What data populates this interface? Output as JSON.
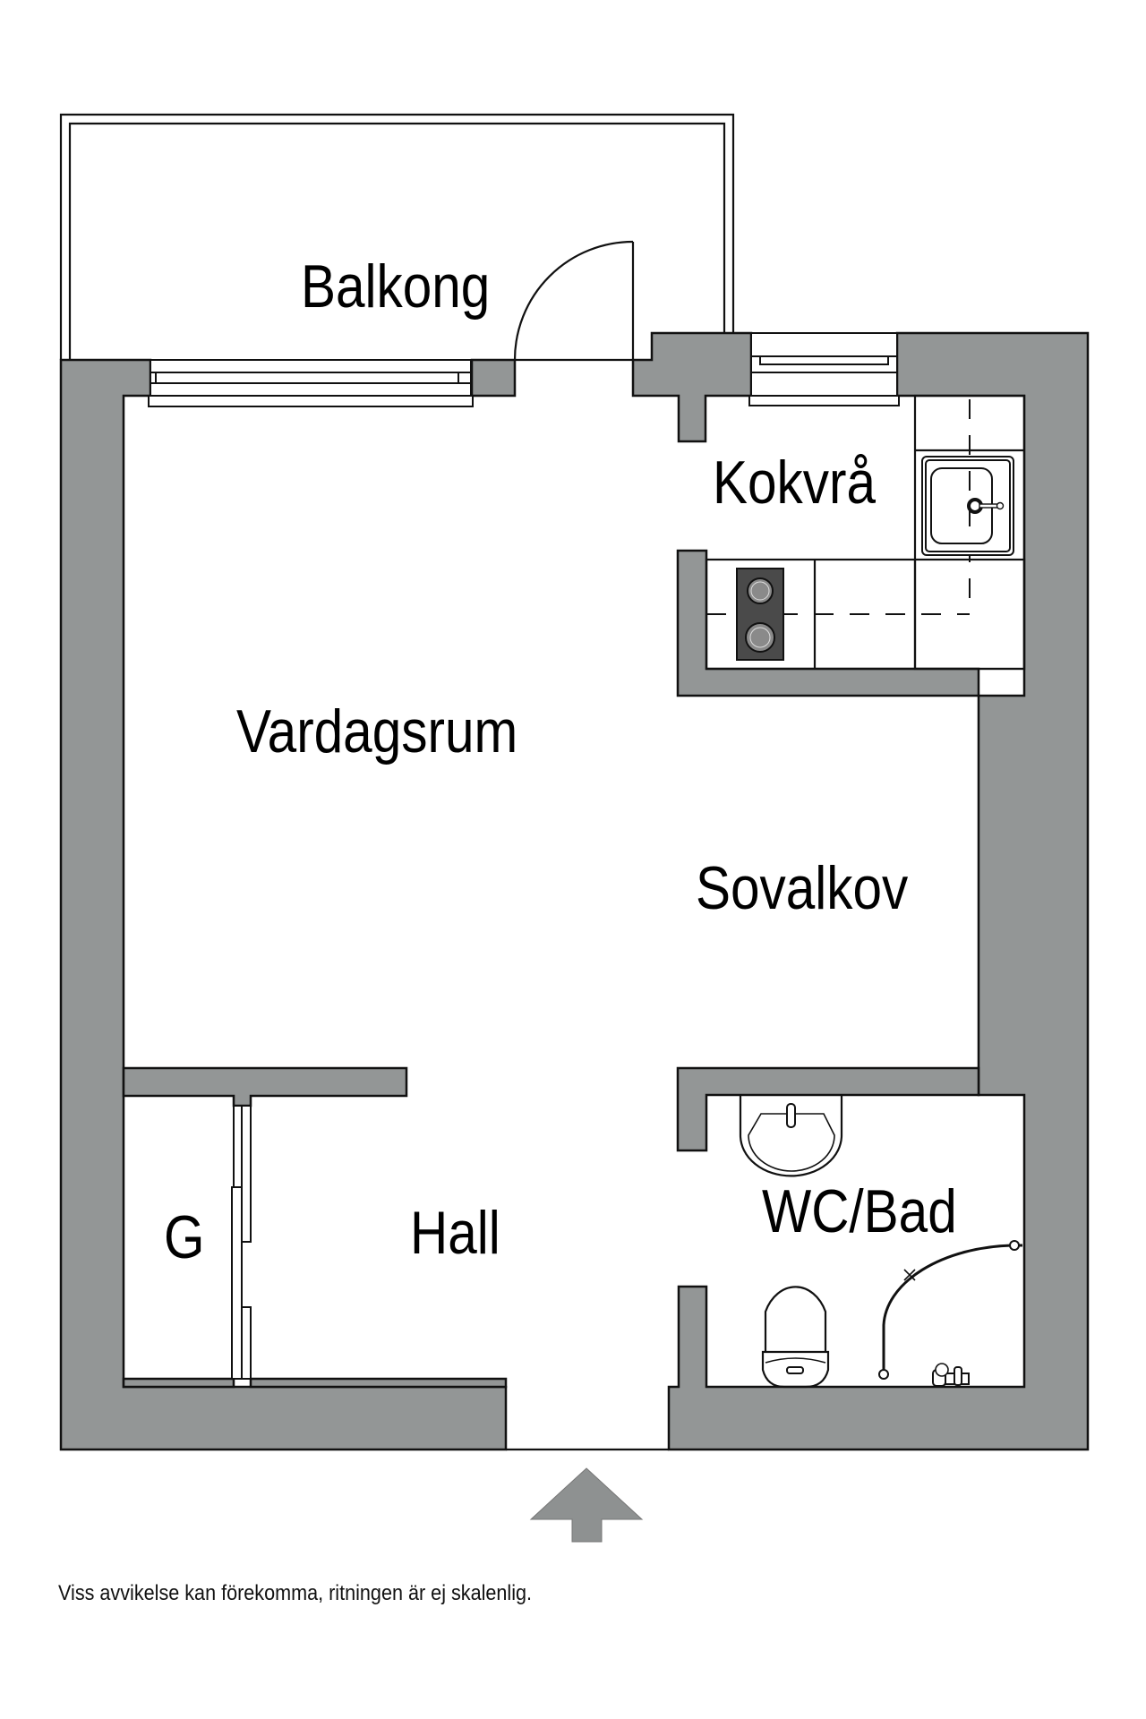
{
  "floorplan": {
    "rooms": [
      {
        "id": "balkong",
        "label": "Balkong"
      },
      {
        "id": "kokvra",
        "label": "Kokvrå"
      },
      {
        "id": "vardagsrum",
        "label": "Vardagsrum"
      },
      {
        "id": "sovalkov",
        "label": "Sovalkov"
      },
      {
        "id": "g",
        "label": "G"
      },
      {
        "id": "hall",
        "label": "Hall"
      },
      {
        "id": "wcbad",
        "label": "WC/Bad"
      }
    ],
    "entrance_arrow": "entrance-arrow-icon",
    "colors": {
      "wall": "#939696",
      "stove": "#4a4a4a",
      "line": "#111111"
    }
  },
  "footer": {
    "disclaimer": "Viss avvikelse kan förekomma, ritningen är ej skalenlig."
  }
}
